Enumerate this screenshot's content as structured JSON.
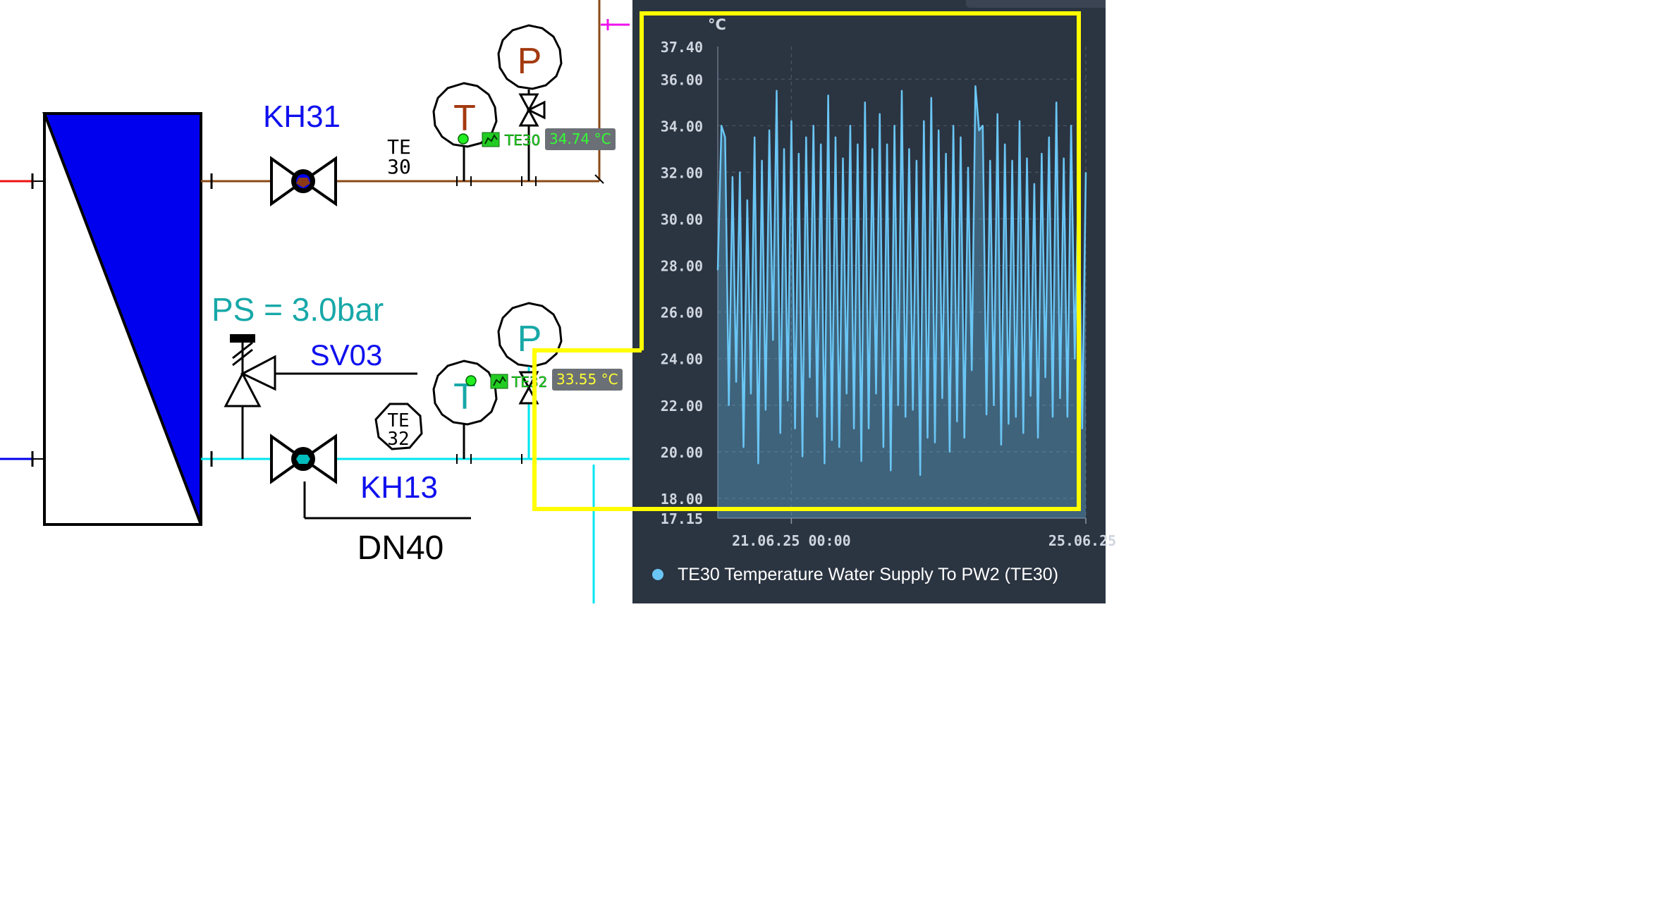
{
  "diagram": {
    "valve_top_label": "KH31",
    "valve_bottom_label": "KH13",
    "te_top_line1": "TE",
    "te_top_line2": "30",
    "te_bottom_line1": "TE",
    "te_bottom_line2": "32",
    "gauge_t_top": "T",
    "gauge_p_top": "P",
    "gauge_t_bottom": "T",
    "gauge_p_bottom": "P",
    "safety_pressure": "PS = 3.0bar",
    "safety_valve_label": "SV03",
    "pipe_size": "DN40",
    "sensor_top_tag": "TE30",
    "sensor_bottom_tag": "TE32",
    "sensor_top_value": "34.74  °C",
    "sensor_bottom_value": "33.55  °C"
  },
  "colors": {
    "supply_pipe": "#8b4a17",
    "return_pipe": "#00e5f0",
    "heat_exchanger": "#0000ee",
    "label_blue": "#1010ee",
    "label_teal": "#18a8a8",
    "chart_bg": "#2b3441",
    "series": "#6ac6f5",
    "highlight": "#ffff00",
    "sensor_green": "#22ee22"
  },
  "chart_data": {
    "type": "area",
    "unit_label": "°C",
    "ylim": [
      17.15,
      37.4
    ],
    "y_ticks": [
      "37.40",
      "36.00",
      "34.00",
      "32.00",
      "30.00",
      "28.00",
      "26.00",
      "24.00",
      "22.00",
      "20.00",
      "18.00",
      "17.15"
    ],
    "y_tick_values": [
      37.4,
      36,
      34,
      32,
      30,
      28,
      26,
      24,
      22,
      20,
      18,
      17.15
    ],
    "x_ticks": [
      "21.06.25 00:00",
      "25.06.25"
    ],
    "x_tick_values": [
      1.0,
      5.0
    ],
    "x_range": [
      0.0,
      5.0
    ],
    "grid": true,
    "legend_position": "bottom",
    "series": [
      {
        "name": "TE30 Temperature Water Supply To PW2 (TE30)",
        "x": [
          0.0,
          0.05,
          0.1,
          0.15,
          0.2,
          0.25,
          0.3,
          0.35,
          0.4,
          0.45,
          0.5,
          0.55,
          0.6,
          0.65,
          0.7,
          0.75,
          0.8,
          0.85,
          0.9,
          0.95,
          1.0,
          1.05,
          1.1,
          1.15,
          1.2,
          1.25,
          1.3,
          1.35,
          1.4,
          1.45,
          1.5,
          1.55,
          1.6,
          1.65,
          1.7,
          1.75,
          1.8,
          1.85,
          1.9,
          1.95,
          2.0,
          2.05,
          2.1,
          2.15,
          2.2,
          2.25,
          2.3,
          2.35,
          2.4,
          2.45,
          2.5,
          2.55,
          2.6,
          2.65,
          2.7,
          2.75,
          2.8,
          2.85,
          2.9,
          2.95,
          3.0,
          3.05,
          3.1,
          3.15,
          3.2,
          3.25,
          3.3,
          3.35,
          3.4,
          3.45,
          3.5,
          3.55,
          3.6,
          3.65,
          3.7,
          3.75,
          3.8,
          3.85,
          3.9,
          3.95,
          4.0,
          4.05,
          4.1,
          4.15,
          4.2,
          4.25,
          4.3,
          4.35,
          4.4,
          4.45,
          4.5,
          4.55,
          4.6,
          4.65,
          4.7,
          4.75,
          4.8,
          4.85,
          4.9,
          4.95,
          5.0
        ],
        "values": [
          27.8,
          34.0,
          33.5,
          22.0,
          31.8,
          23.0,
          32.0,
          20.2,
          30.8,
          22.5,
          33.5,
          19.5,
          32.5,
          21.8,
          33.8,
          24.8,
          35.5,
          20.8,
          33.0,
          22.2,
          34.2,
          21.0,
          32.8,
          19.8,
          33.5,
          23.2,
          34.0,
          21.5,
          33.2,
          19.5,
          35.3,
          20.5,
          33.5,
          20.2,
          32.6,
          22.5,
          34.0,
          21.0,
          33.2,
          19.6,
          35.0,
          21.0,
          33.0,
          22.5,
          34.5,
          20.2,
          33.2,
          19.2,
          34.0,
          22.0,
          35.5,
          21.5,
          33.0,
          21.8,
          32.5,
          19.0,
          34.2,
          20.6,
          35.2,
          20.4,
          33.8,
          22.3,
          32.8,
          20.0,
          34.0,
          21.3,
          33.5,
          20.6,
          32.2,
          23.5,
          35.7,
          33.8,
          34.0,
          21.6,
          32.5,
          22.0,
          34.5,
          20.3,
          33.2,
          21.2,
          32.5,
          21.5,
          34.2,
          20.8,
          32.6,
          22.4,
          31.5,
          20.6,
          32.8,
          23.2,
          33.5,
          21.5,
          35.0,
          22.3,
          32.6,
          21.5,
          34.0,
          24.0,
          31.8,
          21.0,
          32.0
        ]
      }
    ]
  }
}
